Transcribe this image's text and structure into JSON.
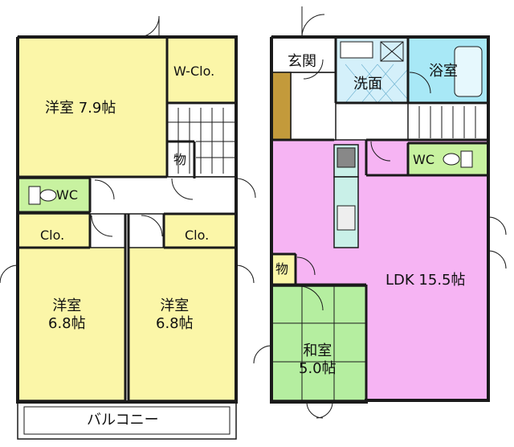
{
  "second_floor": {
    "bedroom_1": "洋室  7.9帖",
    "walk_in_closet": "W-Clo.",
    "storage": "物",
    "toilet": "WC",
    "closet_left": "Clo.",
    "closet_right": "Clo.",
    "bedroom_2": {
      "line1": "洋室",
      "line2": "6.8帖"
    },
    "bedroom_3": {
      "line1": "洋室",
      "line2": "6.8帖"
    },
    "balcony": "バルコニー"
  },
  "first_floor": {
    "entrance": "玄関",
    "washroom": "洗面",
    "bathroom": "浴室",
    "toilet": "WC",
    "storage": "物",
    "ldk": "LDK 15.5帖",
    "japanese_room": {
      "line1": "和室",
      "line2": "5.0帖"
    }
  },
  "colors": {
    "yellow_room": "#fbf6a8",
    "ldk_pink": "#f6b4f3",
    "tatami_green": "#b5eea0",
    "bath_blue": "#a8e8f6",
    "toilet_green": "#c8f2a0",
    "entrance_wood": "#c39a3b",
    "wall": "#1a1a1a"
  }
}
